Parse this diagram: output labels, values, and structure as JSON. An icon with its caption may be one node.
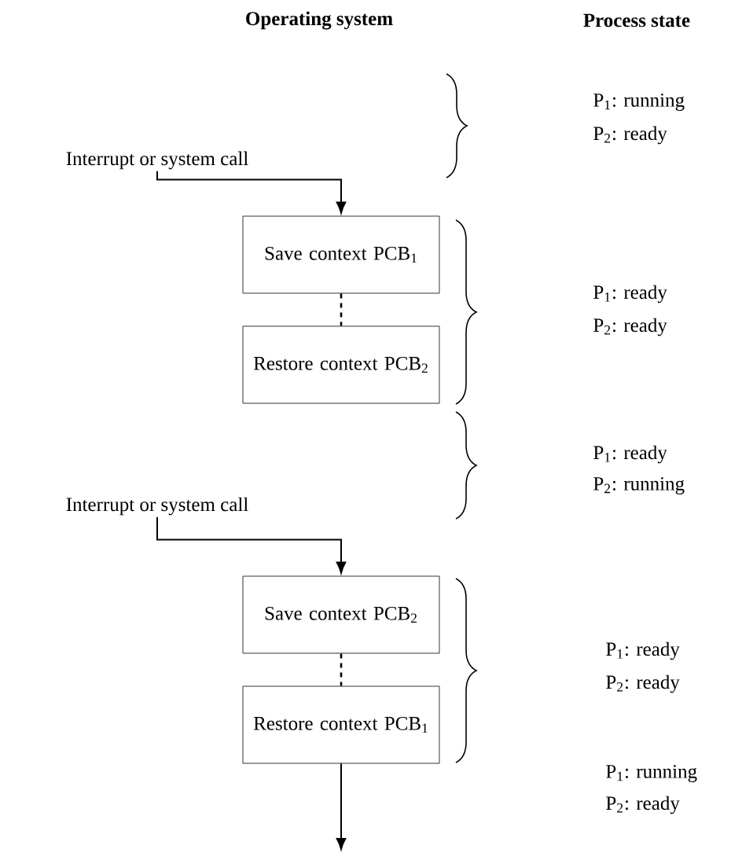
{
  "diagram": {
    "nodes": [
      {
        "text": [
          "Interrupt or system call"
        ]
      },
      {
        "text": [
          "Save context PCB$_{1}$"
        ]
      },
      {
        "text": [
          "Restore context PCB$_{2}$"
        ]
      },
      {
        "text": [
          "Interrupt or system call"
        ]
      },
      {
        "text": [
          "Save context PCB$_{2}$"
        ]
      },
      {
        "text": [
          "Restore context PCB$_{1}$"
        ]
      }
    ],
    "edges": [
      {
        "from": 0,
        "to": 1,
        "arrow": "to"
      },
      {
        "from": 1,
        "to": 2,
        "arrow": "none",
        "style": "dashed"
      },
      {
        "from": 3,
        "to": 4,
        "arrow": "to"
      },
      {
        "from": 4,
        "to": 5,
        "arrow": "none",
        "style": "dashed"
      },
      {
        "from": 5,
        "to": null,
        "arrow": "to"
      }
    ],
    "labels": [
      "Operating system",
      "Process state",
      "P$_{1}$: running",
      "P$_{2}$: ready",
      "P$_{1}$: ready",
      "P$_{2}$: ready",
      "P$_{1}$: ready",
      "P$_{2}$: running",
      "P$_{1}$: ready",
      "P$_{2}$: ready",
      "P$_{1}$: running",
      "P$_{2}$: ready"
    ]
  }
}
